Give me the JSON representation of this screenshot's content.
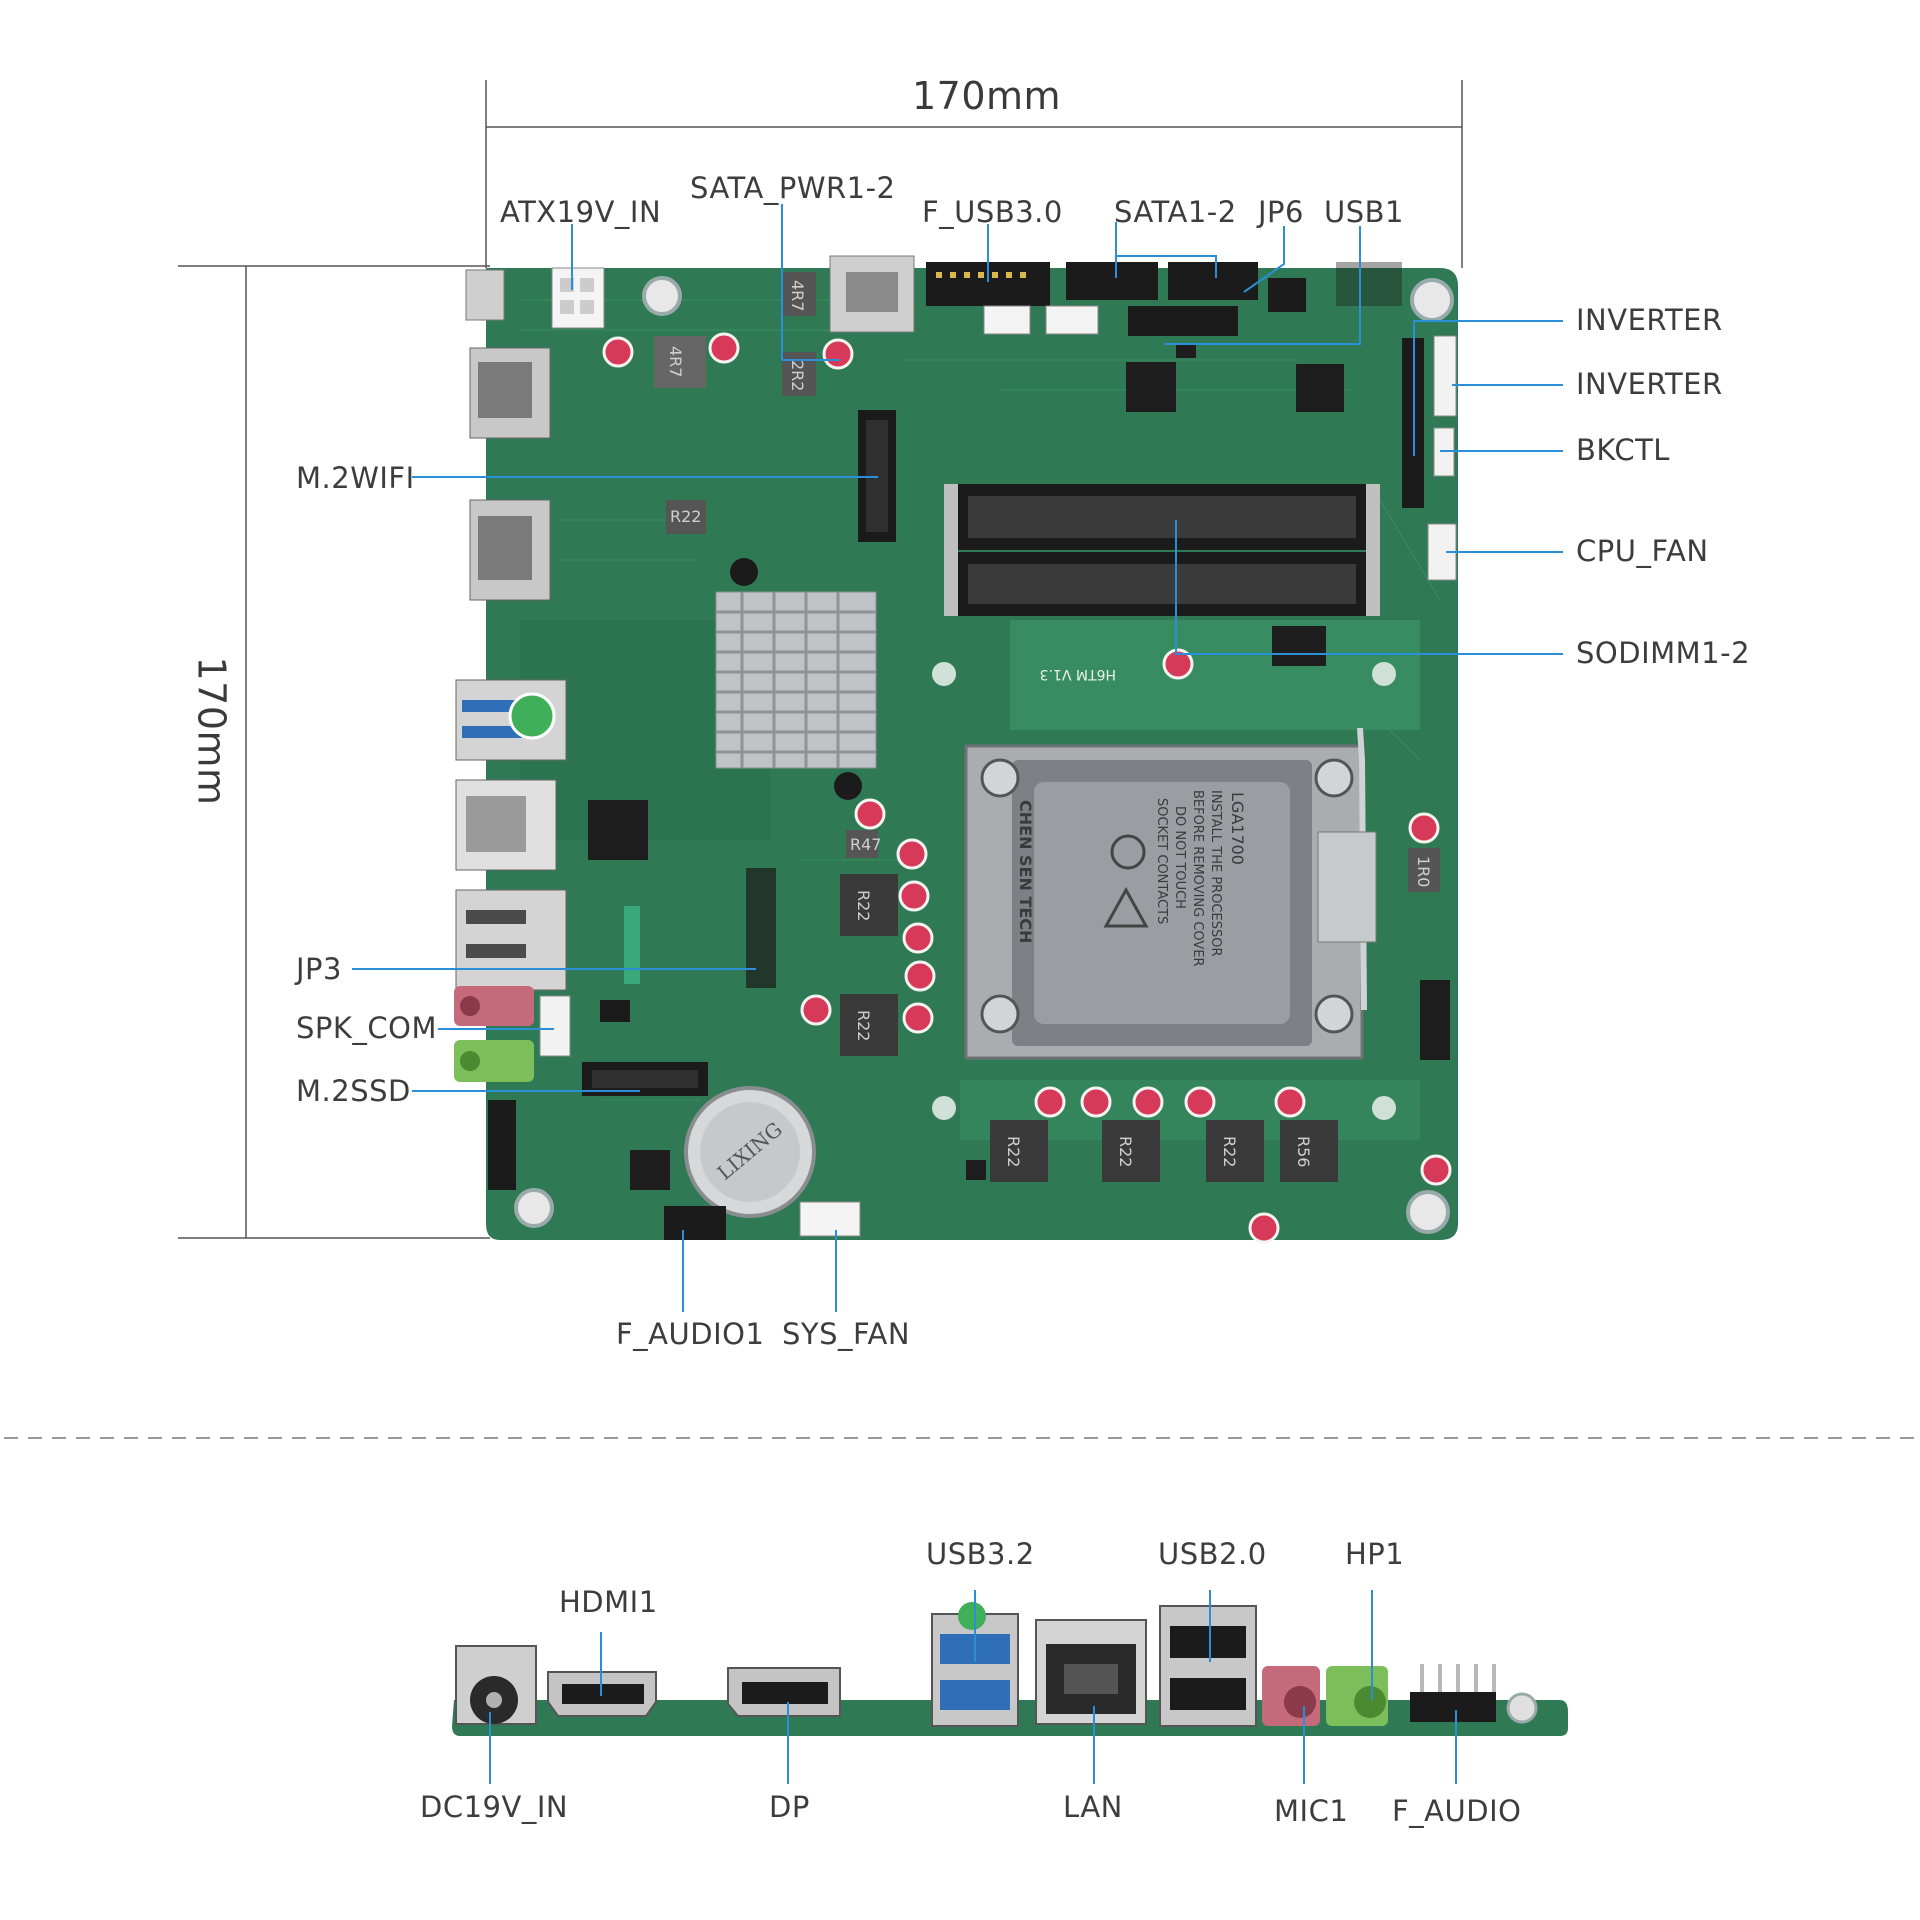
{
  "dimensions": {
    "width_label": "170mm",
    "height_label": "170mm"
  },
  "colors": {
    "pcb": "#2f7a54",
    "pcb_dark": "#1f5a3c",
    "pcb_light": "#3d9a6a",
    "leader": "#2a8fd6",
    "silver": "#c9ccce",
    "connector_black": "#1b1b1b",
    "connector_white": "#f2f2f2",
    "audio_pink": "#c46a7a",
    "audio_green": "#7cbf5a",
    "usb_blue": "#2f6fb8"
  },
  "board_labels": {
    "atx19v_in": "ATX19V_IN",
    "sata_pwr": "SATA_PWR1-2",
    "f_usb30": "F_USB3.0",
    "sata12": "SATA1-2",
    "jp6": "JP6",
    "usb1": "USB1",
    "inverter_a": "INVERTER",
    "inverter_b": "INVERTER",
    "bkctl": "BKCTL",
    "cpu_fan": "CPU_FAN",
    "sodimm": "SODIMM1-2",
    "m2wifi": "M.2WIFI",
    "jp3": "JP3",
    "spk_com": "SPK_COM",
    "m2ssd": "M.2SSD",
    "f_audio1": "F_AUDIO1",
    "sys_fan": "SYS_FAN"
  },
  "io_labels": {
    "usb32": "USB3.2",
    "usb20": "USB2.0",
    "hp1": "HP1",
    "hdmi1": "HDMI1",
    "dc19v_in": "DC19V_IN",
    "dp": "DP",
    "lan": "LAN",
    "mic1": "MIC1",
    "f_audio": "F_AUDIO"
  },
  "silkscreen": {
    "board_model": "H6TM V1.3",
    "inductor_a": "R22",
    "inductor_b": "R22",
    "inductor_c": "R22",
    "inductor_d": "R22",
    "inductor_e": "R22",
    "inductor_f": "R22",
    "inductor_g": "R56",
    "inductor_4r7a": "4R7",
    "inductor_4r7b": "4R7",
    "inductor_2r2": "2R2",
    "inductor_r47": "R47",
    "inductor_1r0": "1R0",
    "battery": "LIXING",
    "socket_text": "LGA1700",
    "warning_1": "INSTALL THE PROCESSOR",
    "warning_2": "BEFORE REMOVING COVER",
    "warning_3": "DO NOT TOUCH",
    "warning_4": "SOCKET CONTACTS",
    "socket_brand": "CHEN SEN TECH"
  }
}
